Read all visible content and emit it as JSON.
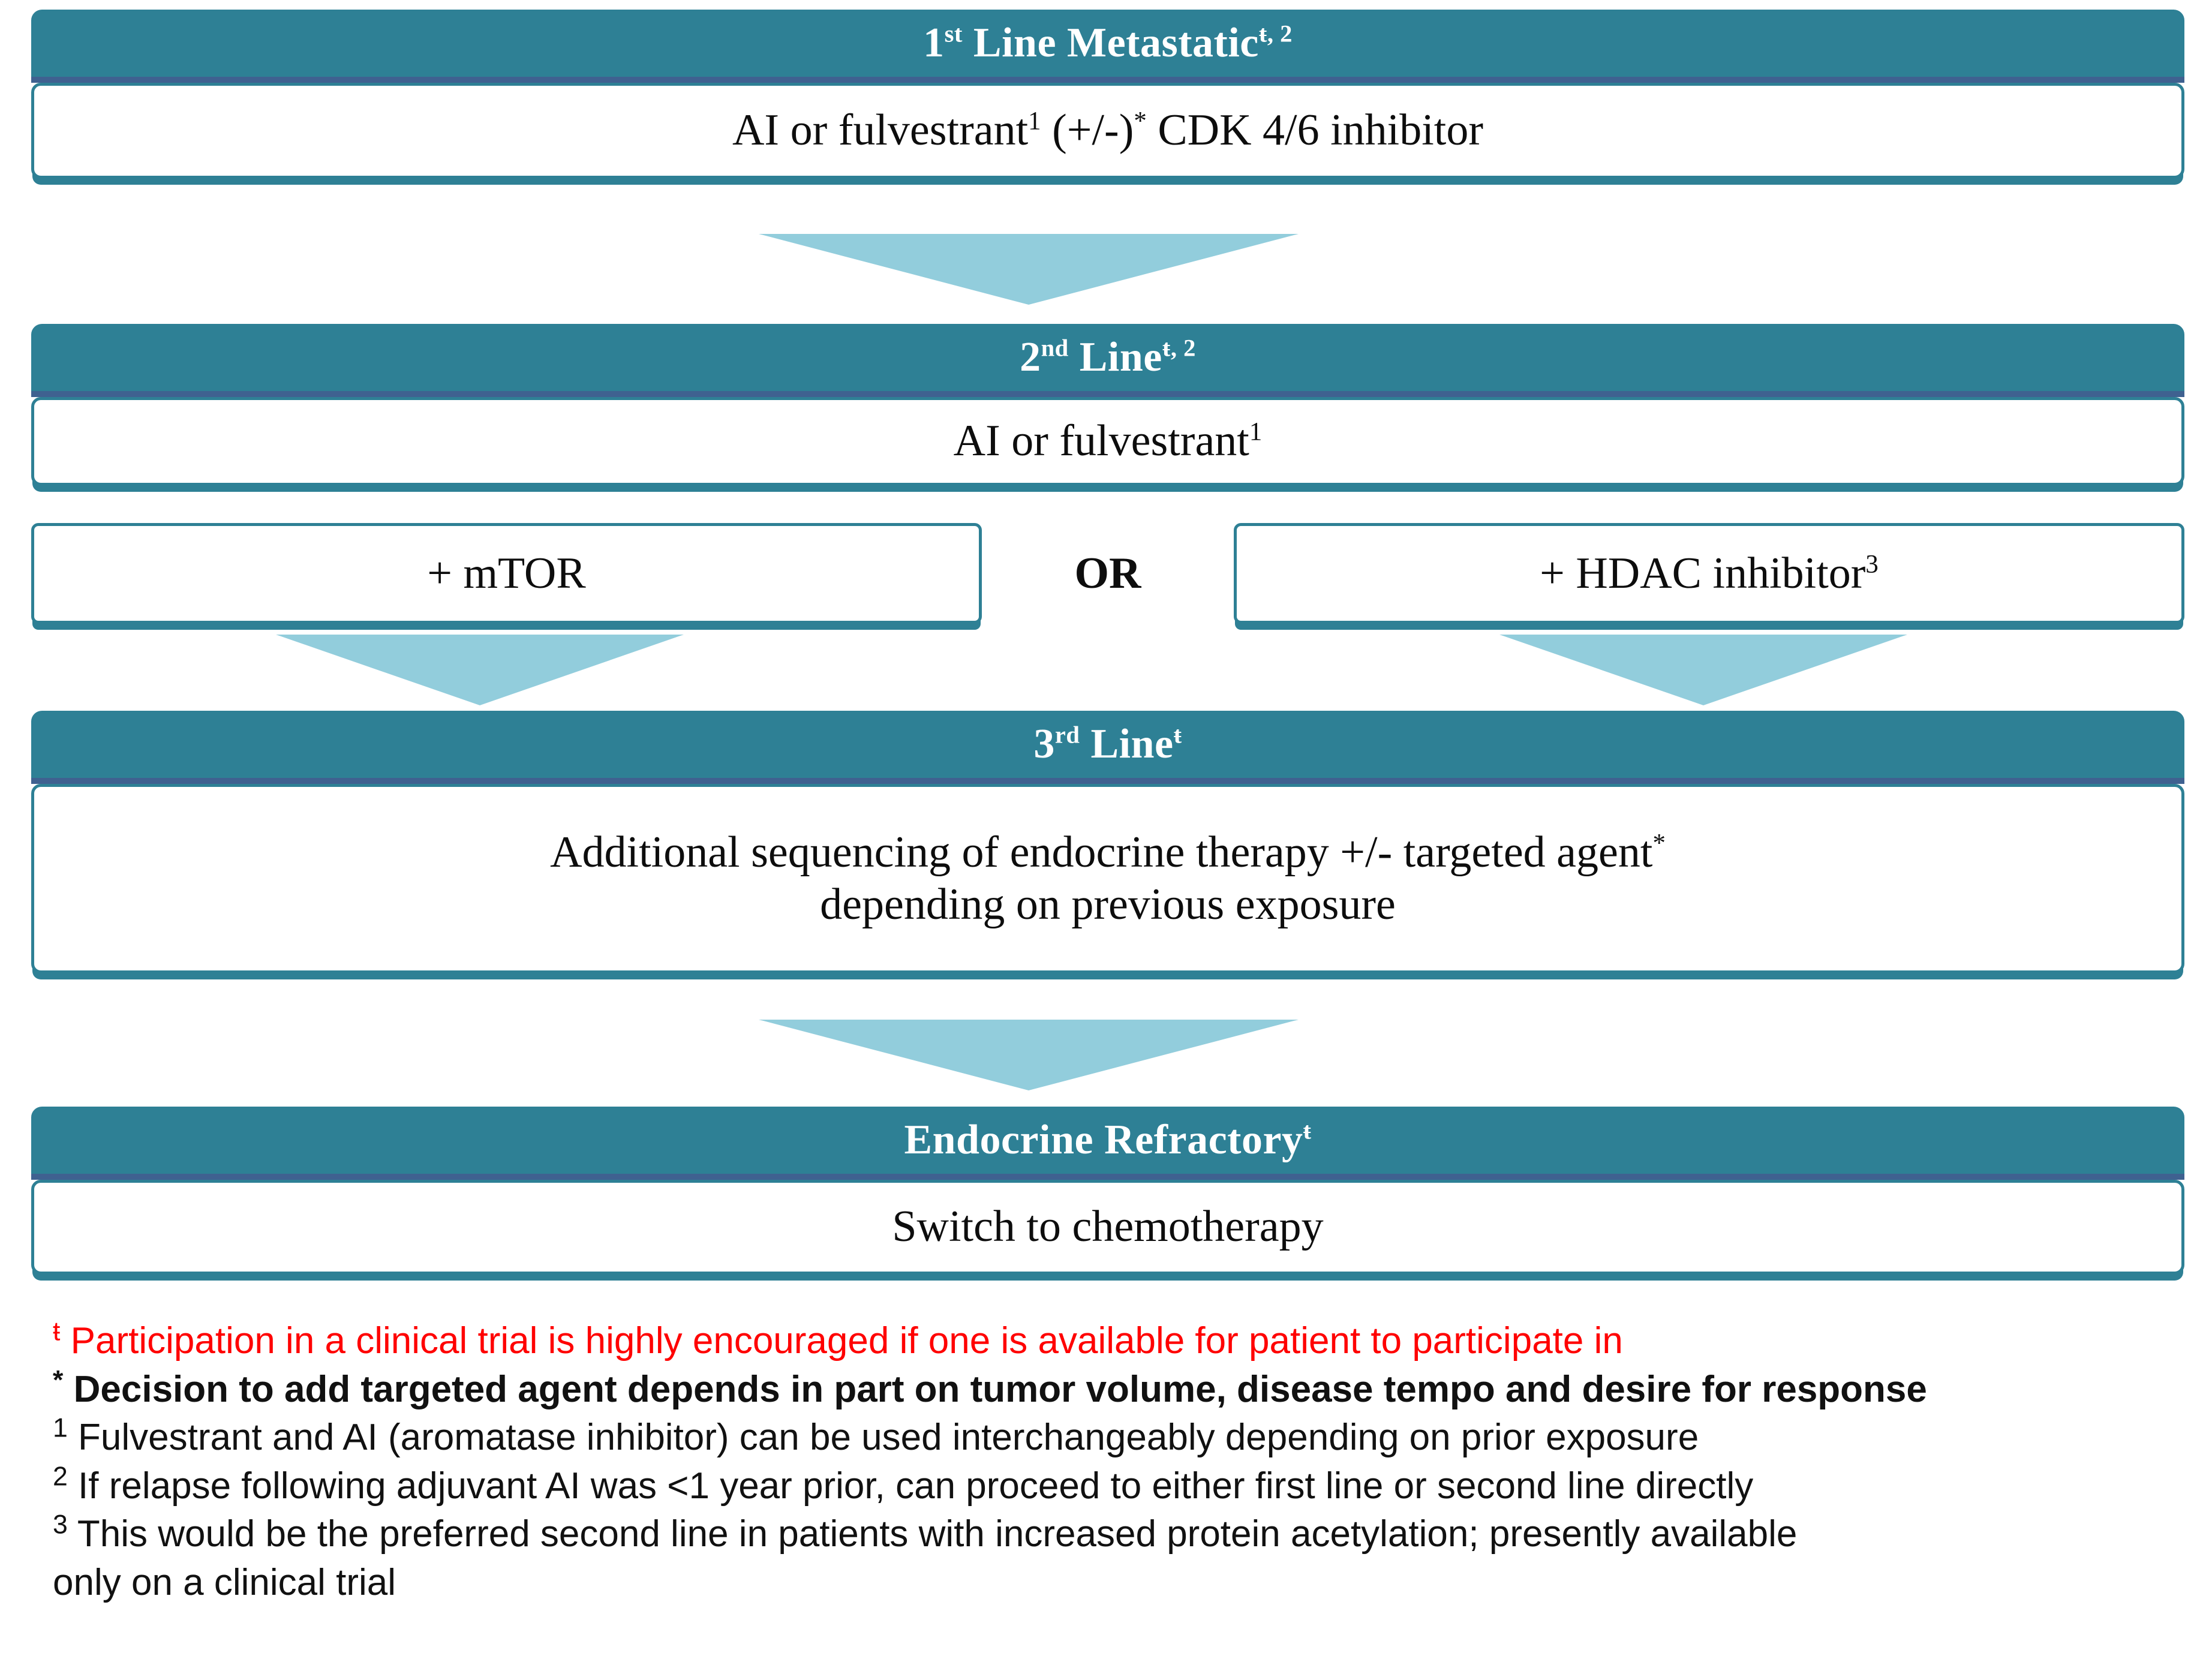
{
  "diagram": {
    "title": "Endocrine therapy sequencing for metastatic hormone receptor positive breast cancer",
    "colors": {
      "header_teal": "#2E8095",
      "header_shadow_blue": "#3F6190",
      "arrow_light_blue": "#92CDDC",
      "box_border": "#2E8095",
      "footnote_red": "#FF0000",
      "text_black": "#0D0D0D"
    },
    "stages": [
      {
        "id": "first-line",
        "header_prefix": "1",
        "header_ordinal": "st",
        "header_rest": " Line Metastatic",
        "header_marks": "ŧ, 2",
        "header_plain": "1st Line Metastaticŧ, 2",
        "body_part1": "AI or fulvestrant",
        "body_sup1": "1",
        "body_part2": " (+/-)",
        "body_sup2": "*",
        "body_part3": " CDK 4/6 inhibitor",
        "body_plain": "AI or fulvestrant1 (+/-)* CDK 4/6 inhibitor"
      },
      {
        "id": "second-line",
        "header_prefix": "2",
        "header_ordinal": "nd",
        "header_rest": " Line",
        "header_marks": "ŧ, 2",
        "header_plain": "2nd Lineŧ, 2",
        "body_part1": "AI or fulvestrant",
        "body_sup1": "1",
        "body_plain": "AI or fulvestrant1"
      },
      {
        "id": "third-line",
        "header_prefix": "3",
        "header_ordinal": "rd",
        "header_rest": " Line",
        "header_marks": "ŧ",
        "header_plain": "3rd Lineŧ",
        "body_line1_part1": "Additional sequencing of endocrine therapy +/- targeted agent",
        "body_line1_sup": "*",
        "body_line2": "depending on previous exposure",
        "body_plain": "Additional sequencing of endocrine therapy +/- targeted agent* depending on previous exposure"
      },
      {
        "id": "endocrine-refractory",
        "header_rest": "Endocrine Refractory",
        "header_marks": "ŧ",
        "header_plain": "Endocrine Refractoryŧ",
        "body_part1": "Switch to chemotherapy",
        "body_plain": "Switch to chemotherapy"
      }
    ],
    "second_line_options": {
      "left_label": "+ mTOR",
      "connector_label": "OR",
      "right_label": "+ HDAC inhibitor",
      "right_sup": "3",
      "right_plain": "+ HDAC inhibitor3"
    },
    "footnotes": [
      {
        "id": "footnote-dagger",
        "marker": "ŧ",
        "text": " Participation in a clinical trial is highly encouraged if one is available for patient to participate in",
        "style": "red"
      },
      {
        "id": "footnote-asterisk",
        "marker": "*",
        "text": " Decision to add targeted agent depends in part on tumor volume, disease tempo and desire for response",
        "style": "bold"
      },
      {
        "id": "footnote-1",
        "marker": "1",
        "text": " Fulvestrant and AI (aromatase inhibitor) can be used interchangeably depending on prior exposure",
        "style": "plain"
      },
      {
        "id": "footnote-2",
        "marker": "2",
        "text": " If relapse following adjuvant AI was <1 year prior, can proceed to either first line or second line directly",
        "style": "plain"
      },
      {
        "id": "footnote-3",
        "marker": "3",
        "text": " This would be the preferred second line in patients with increased protein acetylation; presently available only on a clinical trial",
        "style": "plain-wrap"
      }
    ]
  }
}
